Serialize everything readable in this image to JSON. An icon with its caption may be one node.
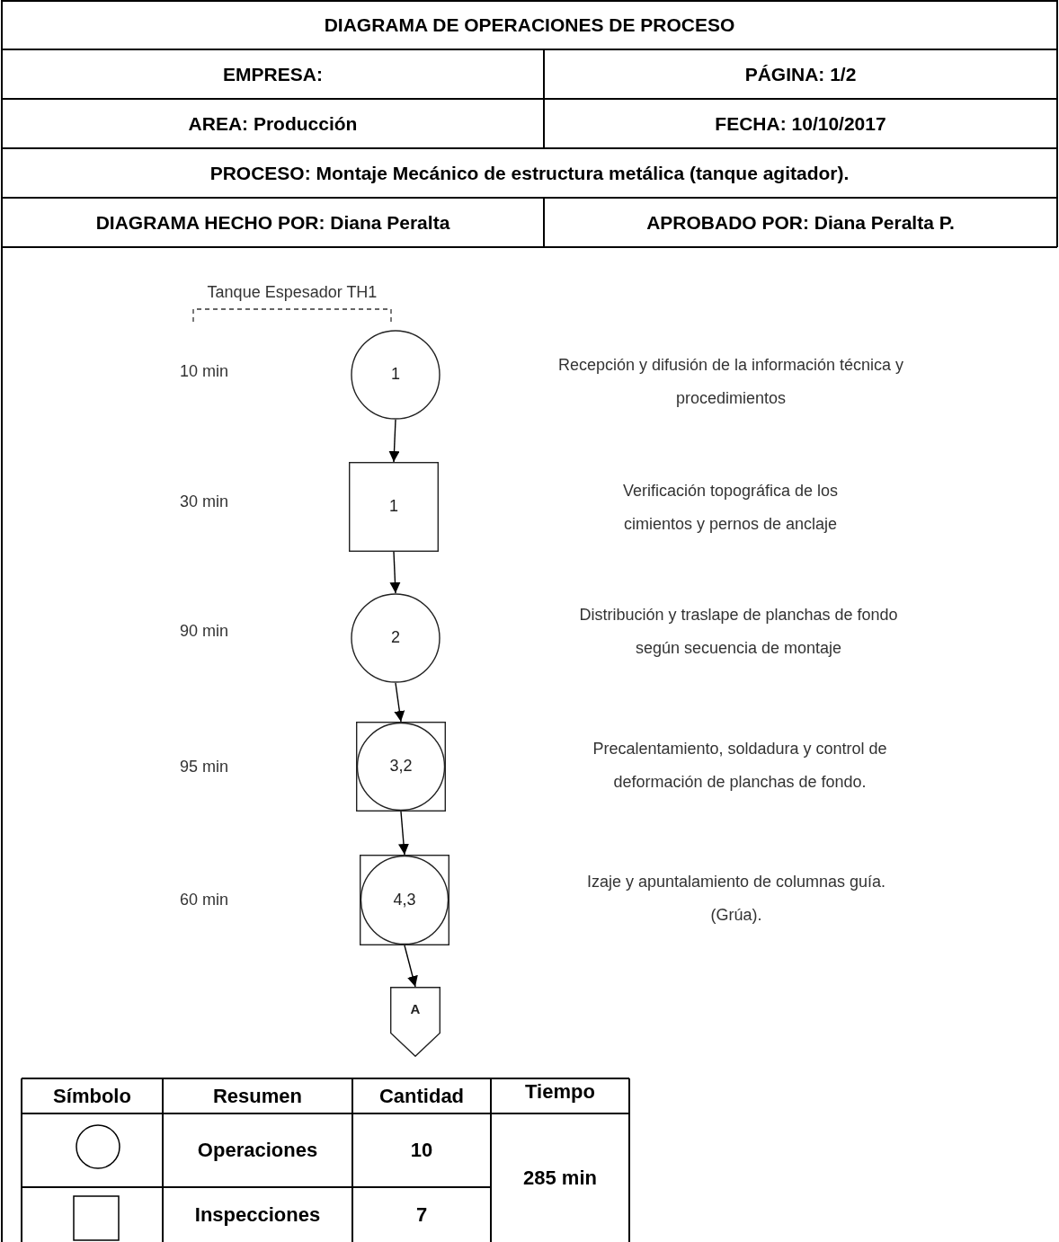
{
  "diagram": {
    "title": "DIAGRAMA DE OPERACIONES DE PROCESO",
    "nodes": [
      {
        "text": [
          "1"
        ]
      },
      {
        "text": [
          "1"
        ]
      },
      {
        "text": [
          "2"
        ]
      },
      {
        "text": [
          "3,2"
        ]
      },
      {
        "text": [
          "4,3"
        ]
      },
      {
        "text": [
          "A"
        ]
      }
    ],
    "edges": [
      {
        "from": 0,
        "to": 1,
        "arrow": "to"
      },
      {
        "from": 1,
        "to": 2,
        "arrow": "to"
      },
      {
        "from": 2,
        "to": 3,
        "arrow": "to"
      },
      {
        "from": 3,
        "to": 4,
        "arrow": "to"
      },
      {
        "from": 4,
        "to": 5,
        "arrow": "to"
      }
    ],
    "labels": [
      "EMPRESA:",
      "PÁGINA: 1/2",
      "AREA: Producción",
      "FECHA: 10/10/2017",
      "PROCESO: Montaje Mecánico de estructura metálica (tanque agitador).",
      "DIAGRAMA HECHO POR: Diana Peralta",
      "APROBADO POR: Diana Peralta P.",
      "Tanque Espesador TH1",
      "10 min",
      "Recepción y difusión de la información técnica y procedimientos",
      "30 min",
      "Verificación topográfica de los cimientos y pernos de anclaje",
      "90 min",
      "Distribución y traslape de planchas de fondo según secuencia de montaje",
      "95 min",
      "Precalentamiento, soldadura y control de deformación de planchas de fondo.",
      "60 min",
      "Izaje y apuntalamiento de columnas guía. (Grúa).",
      "Símbolo",
      "Resumen",
      "Cantidad",
      "Tiempo",
      "Operaciones",
      "10",
      "285 min",
      "Inspecciones",
      "7"
    ]
  }
}
